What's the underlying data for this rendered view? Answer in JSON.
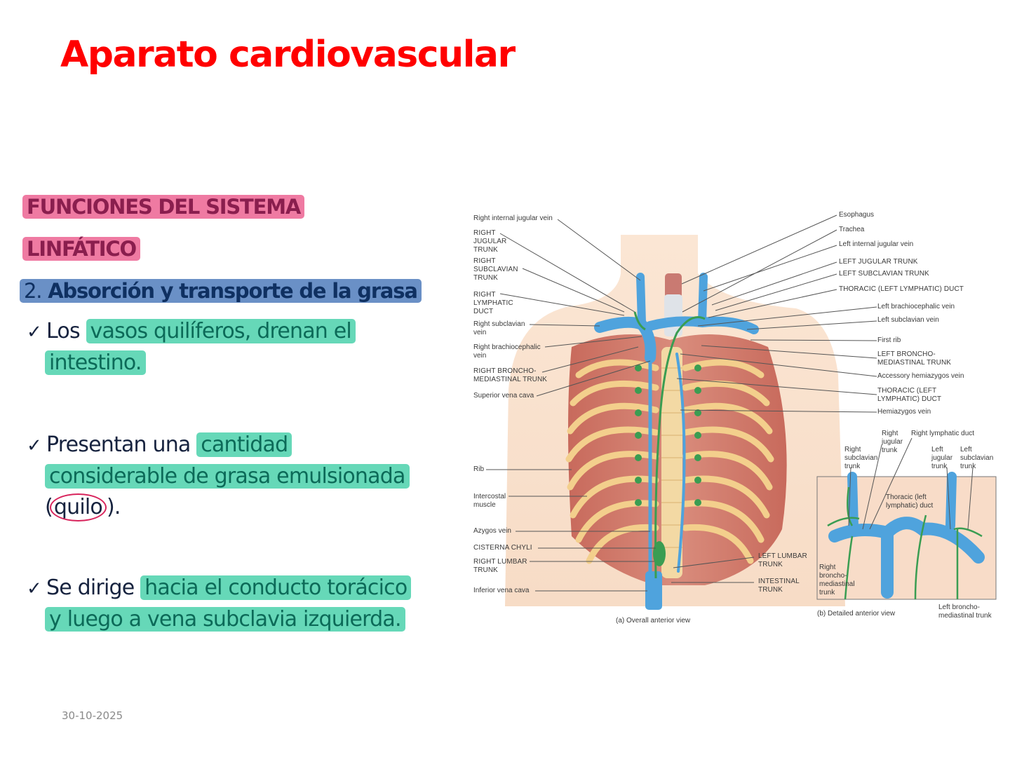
{
  "slide": {
    "title": "Aparato cardiovascular",
    "date": "30-10-2025",
    "colors": {
      "title": "#ff0000",
      "highlight_pink": "#ef7aa2",
      "highlight_blue": "#6a90c6",
      "highlight_green": "#66d8b8",
      "circle_annotation": "#d8245c",
      "body_text": "#17233f"
    }
  },
  "content": {
    "heading_line1": "FUNCIONES DEL SISTEMA",
    "heading_line2": "LINFÁTICO",
    "subheading_number": "2.",
    "subheading_text": "Absorción y transporte de la grasa",
    "check_icon": "✓",
    "bullets": [
      {
        "plain": "Los",
        "highlight_line1": "vasos quilíferos, drenan el",
        "highlight_line2": "intestino."
      },
      {
        "plain": "Presentan una",
        "highlight_line1": "cantidad",
        "highlight_line2": "considerable de grasa emulsionada",
        "open_paren": "(",
        "circled": "quilo",
        "tail": ")."
      },
      {
        "plain": "Se dirige",
        "highlight_line1": "hacia el conducto torácico",
        "highlight_line2": "y luego a vena subclavia izquierda."
      }
    ]
  },
  "figure": {
    "caption_a": "(a) Overall anterior view",
    "caption_b": "(b) Detailed anterior view",
    "left_labels": [
      "Right internal jugular vein",
      "RIGHT\nJUGULAR\nTRUNK",
      "RIGHT\nSUBCLAVIAN\nTRUNK",
      "RIGHT\nLYMPHATIC\nDUCT",
      "Right subclavian\nvein",
      "Right brachiocephalic\nvein",
      "RIGHT BRONCHO-\nMEDIASTINAL TRUNK",
      "Superior vena cava",
      "Rib",
      "Intercostal\nmuscle",
      "Azygos vein",
      "CISTERNA CHYLI",
      "RIGHT LUMBAR\nTRUNK",
      "Inferior vena cava"
    ],
    "right_labels": [
      "Esophagus",
      "Trachea",
      "Left internal jugular vein",
      "LEFT JUGULAR TRUNK",
      "LEFT SUBCLAVIAN TRUNK",
      "THORACIC (LEFT LYMPHATIC) DUCT",
      "Left brachiocephalic vein",
      "Left subclavian vein",
      "First rib",
      "LEFT BRONCHO-\nMEDIASTINAL TRUNK",
      "Accessory hemiazygos vein",
      "THORACIC (LEFT\nLYMPHATIC) DUCT",
      "Hemiazygos vein"
    ],
    "bottom_labels": [
      "LEFT LUMBAR\nTRUNK",
      "INTESTINAL\nTRUNK"
    ],
    "detail_labels": [
      "Right\njugular\ntrunk",
      "Right lymphatic duct",
      "Right\nsubclavian\ntrunk",
      "Left\njugular\ntrunk",
      "Left\nsubclavian\ntrunk",
      "Thoracic (left\nlymphatic) duct",
      "Right\nbroncho-\nmediastinal\ntrunk",
      "Left broncho-\nmediastinal trunk"
    ]
  }
}
